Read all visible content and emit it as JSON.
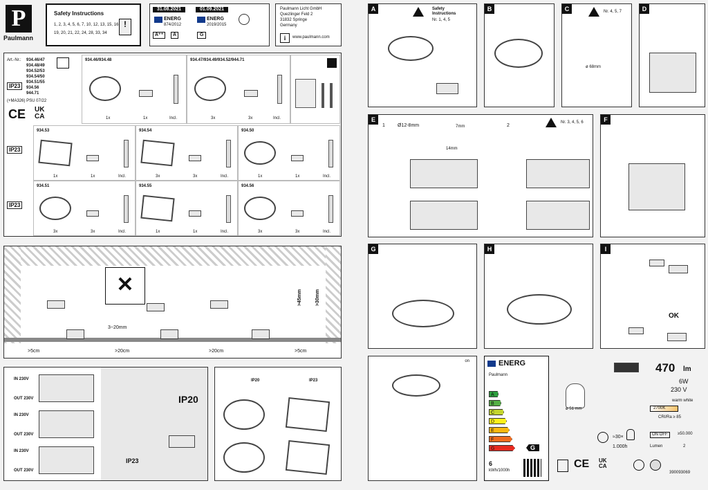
{
  "brand": {
    "name": "Paulmann"
  },
  "safety": {
    "title": "Safety Instructions",
    "lines": [
      "1, 2, 3, 4, 5, 6, 7, 10, 12, 13, 15, 16,",
      "19, 20, 21, 22, 24, 28, 33, 34"
    ]
  },
  "dates": {
    "d1": "31.08.2021",
    "d2": "01.09.2021",
    "energy1": "ENERG",
    "energy2": "ENERG",
    "reg1": "874/2012",
    "reg2": "2019/2015",
    "class1": "A⁺⁺",
    "class1b": "A",
    "class2": "G"
  },
  "address": {
    "lines": [
      "Paulmann Licht GmbH",
      "Quezlinger Feld 2",
      "31832 Springe",
      "Germany"
    ],
    "url": "www.paulmann.com"
  },
  "articles": {
    "prefix": "Art.-Nr.:",
    "numbers": [
      "934.46/47",
      "934.48/49",
      "934.52/53",
      "934.54/50",
      "934.51/55",
      "934.56",
      "944.71"
    ],
    "note": "(+MA326) PSU 07/22",
    "ce": "CE",
    "ukca_top": "UK",
    "ukca_bottom": "CA"
  },
  "top_sets": [
    {
      "code": "934.46/934.48",
      "qty": [
        "1x",
        "1x",
        "Incl."
      ]
    },
    {
      "code": "934.47/934.49/934.52/944.71",
      "qty": [
        "3x",
        "3x",
        "Incl."
      ]
    }
  ],
  "ip_label": "IP23",
  "ip_label_b": "IP23",
  "ip_label_c": "IP23",
  "grid_row1": [
    {
      "code": "934.53",
      "qty": [
        "1x",
        "1x",
        "Incl."
      ]
    },
    {
      "code": "934.54",
      "qty": [
        "3x",
        "3x",
        "Incl."
      ]
    },
    {
      "code": "934.50",
      "qty": [
        "1x",
        "1x",
        "Incl."
      ]
    }
  ],
  "grid_row2": [
    {
      "code": "934.51",
      "qty": [
        "3x",
        "3x",
        "Incl."
      ]
    },
    {
      "code": "934.55",
      "qty": [
        "1x",
        "1x",
        "Incl."
      ]
    },
    {
      "code": "934.56",
      "qty": [
        "3x",
        "3x",
        "Incl."
      ]
    }
  ],
  "install": {
    "gap": "3~20mm",
    "d1": ">5cm",
    "d2": ">20cm",
    "d3": ">20cm",
    "d4": ">5cm",
    "h1": ">45mm",
    "h2": ">30mm"
  },
  "wiring": {
    "in": "IN 230V",
    "out": "OUT 230V",
    "ip20": "IP20",
    "ip23": "IP23"
  },
  "types": {
    "ip20": "IP20",
    "ip23": "IP23"
  },
  "steps": {
    "A": {
      "label": "A",
      "safety": "Safety Instructions",
      "nr": "Nr. 1, 4, 5"
    },
    "B": {
      "label": "B"
    },
    "C": {
      "label": "C",
      "nr": "Nr. 4, 5, 7",
      "dim": "ø 68mm"
    },
    "D": {
      "label": "D"
    },
    "E": {
      "label": "E",
      "nr": "Nr. 3, 4, 5, 6",
      "s1": "1",
      "s2": "2",
      "wire": "Ø12-8mm",
      "strip1": "7mm",
      "strip2": "14mm"
    },
    "F": {
      "label": "F"
    },
    "G": {
      "label": "G"
    },
    "H": {
      "label": "H"
    },
    "I": {
      "label": "I",
      "ok": "OK"
    }
  },
  "on_label": "on",
  "label": {
    "energy": "ENERG",
    "brand": "Paulmann",
    "classes": [
      "A",
      "B",
      "C",
      "D",
      "E",
      "F",
      "G"
    ],
    "rating": "G",
    "kwh_value": "6",
    "kwh_unit": "kWh/1000h",
    "colors": {
      "A": "#2e9e3f",
      "B": "#54b046",
      "C": "#c4d52e",
      "D": "#fff21a",
      "E": "#fcb811",
      "F": "#ef6c1f",
      "G": "#e62a20"
    }
  },
  "specs": {
    "lumen": "470",
    "lumen_unit": "lm",
    "watt": "6W",
    "volt": "230 V",
    "warm": "warm white",
    "kelvin": "2700K",
    "cri": "CRI/Ra ≥ 85",
    "dim": "ø 51 mm",
    "switch": "≈30×",
    "hours": "1.000h",
    "cycles": "ON OFF",
    "cycles_val": "≥50.000",
    "lumen_row": "Lumen",
    "lumen_val": "2",
    "code": "390093069"
  }
}
